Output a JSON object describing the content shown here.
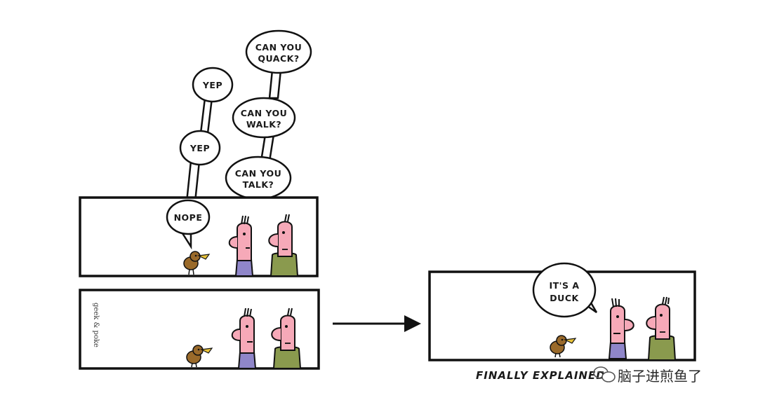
{
  "comic": {
    "panel1": {
      "bubbles": {
        "can_you_quack": [
          "CAN YOU",
          "QUACK?"
        ],
        "can_you_walk": [
          "CAN YOU",
          "WALK?"
        ],
        "can_you_talk": [
          "CAN YOU",
          "TALK?"
        ],
        "yep_top": "YEP",
        "yep_middle": "YEP",
        "nope": "NOPE"
      }
    },
    "panel2": {
      "signature": "geek & poke"
    },
    "panel3": {
      "bubble": [
        "IT'S A",
        "DUCK"
      ]
    },
    "caption": "FINALLY EXPLAINED:",
    "watermark": "脑子进煎鱼了"
  },
  "colors": {
    "outline": "#111111",
    "skin": "#f6a9b8",
    "shirt_purple": "#8f86c9",
    "shirt_green": "#8a9a4e",
    "duck_brown": "#9a6a2a",
    "duck_beak": "#e8c23a"
  }
}
